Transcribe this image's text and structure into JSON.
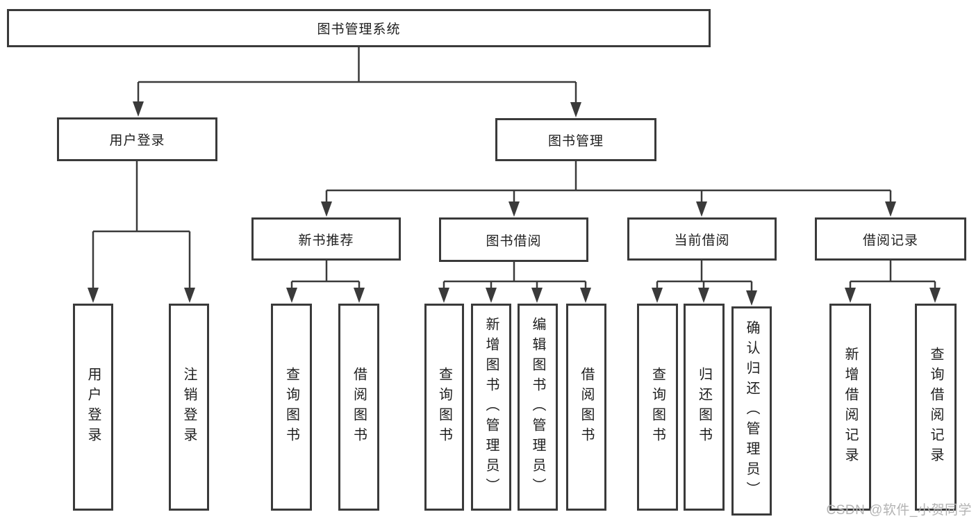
{
  "root": {
    "label": "图书管理系统"
  },
  "tree": {
    "user_login": {
      "label": "用户登录",
      "children": [
        "用户登录",
        "注销登录"
      ]
    },
    "book_management": {
      "label": "图书管理",
      "modules": {
        "new_books": {
          "label": "新书推荐",
          "children": [
            "查询图书",
            "借阅图书"
          ]
        },
        "borrowing": {
          "label": "图书借阅",
          "children": [
            "查询图书",
            "新增图书（管理员）",
            "编辑图书（管理员）",
            "借阅图书"
          ]
        },
        "current": {
          "label": "当前借阅",
          "children": [
            "查询图书",
            "归还图书",
            "确认归还（管理员）"
          ]
        },
        "records": {
          "label": "借阅记录",
          "children": [
            "新增借阅记录",
            "查询借阅记录"
          ]
        }
      }
    }
  },
  "watermark": {
    "text": "CSDN @软件_小贺同学"
  },
  "colors": {
    "line": "#3a3a3a",
    "text": "#1e1e1e",
    "watermark": "#b3b3b3",
    "background": "#ffffff"
  }
}
